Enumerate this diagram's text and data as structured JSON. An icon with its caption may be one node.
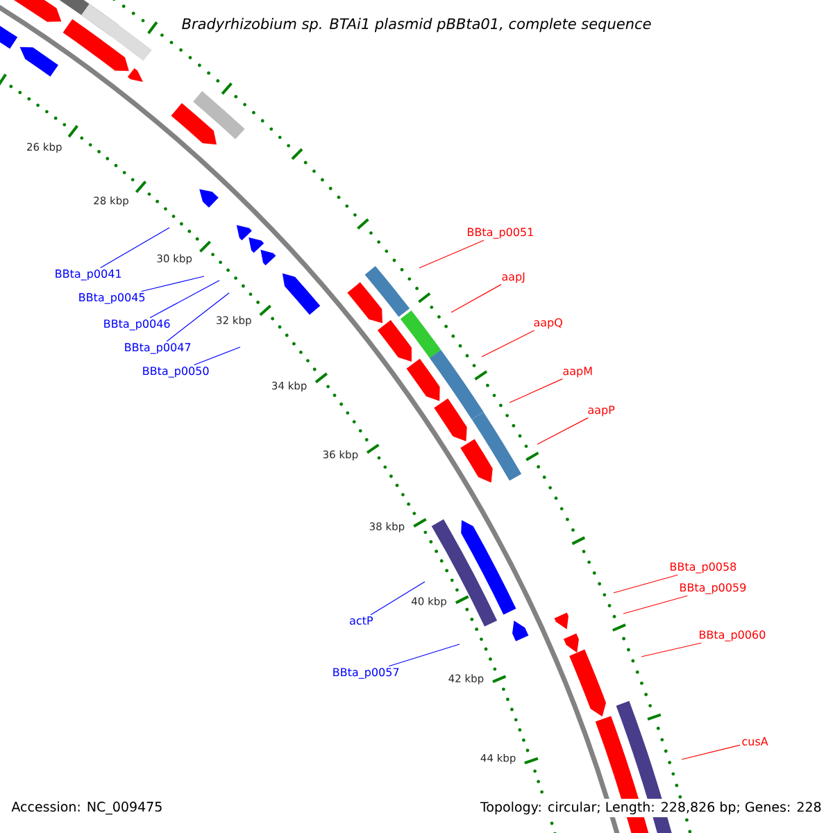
{
  "diagram": {
    "title": "Bradyrhizobium sp. BTAi1 plasmid pBBta01, complete sequence",
    "nodes": [
      {
        "text": [
          "BBta_p0051"
        ]
      },
      {
        "text": [
          "BBta_p0041"
        ]
      },
      {
        "text": [
          "aapJ"
        ]
      },
      {
        "text": [
          "BBta_p0045"
        ]
      },
      {
        "text": [
          "aapQ"
        ]
      },
      {
        "text": [
          "BBta_p0046"
        ]
      },
      {
        "text": [
          "BBta_p0047"
        ]
      },
      {
        "text": [
          "BBta_p0050"
        ]
      },
      {
        "text": [
          "aapM"
        ]
      },
      {
        "text": [
          "aapP"
        ]
      },
      {
        "text": [
          "BBta_p0058"
        ]
      },
      {
        "text": [
          "BBta_p0059"
        ]
      },
      {
        "text": [
          "actP"
        ]
      },
      {
        "text": [
          "BBta_p0060"
        ]
      },
      {
        "text": [
          "BBta_p0057"
        ]
      },
      {
        "text": [
          "cusA"
        ]
      }
    ],
    "edges": [
      {
        "from": 0,
        "to": null,
        "arrow": "none"
      },
      {
        "from": 1,
        "to": null,
        "arrow": "none",
        "color": "#0000ff"
      },
      {
        "from": 2,
        "to": null,
        "arrow": "none"
      },
      {
        "from": 3,
        "to": null,
        "arrow": "none",
        "color": "#0000ff"
      },
      {
        "from": 4,
        "to": null,
        "arrow": "none"
      },
      {
        "from": 5,
        "to": null,
        "arrow": "none",
        "color": "#0000ff"
      },
      {
        "from": 6,
        "to": null,
        "arrow": "none",
        "color": "#0000ff"
      },
      {
        "from": 7,
        "to": null,
        "arrow": "none",
        "color": "#0000ff"
      },
      {
        "from": 8,
        "to": null,
        "arrow": "none"
      },
      {
        "from": 9,
        "to": null,
        "arrow": "none"
      },
      {
        "from": 10,
        "to": null,
        "arrow": "none"
      },
      {
        "from": 11,
        "to": null,
        "arrow": "none"
      },
      {
        "from": 12,
        "to": null,
        "arrow": "none",
        "color": "#0000ff"
      },
      {
        "from": 13,
        "to": null,
        "arrow": "none"
      },
      {
        "from": 14,
        "to": null,
        "arrow": "none",
        "color": "#0000ff"
      },
      {
        "from": 15,
        "to": null,
        "arrow": "none"
      }
    ],
    "labels": [
      "26 kbp",
      "28 kbp",
      "30 kbp",
      "32 kbp",
      "34 kbp",
      "36 kbp",
      "38 kbp",
      "40 kbp",
      "42 kbp",
      "44 kbp",
      "Accession: NC_009475",
      "Topology: circular; Length: 228,826 bp; Genes: 228"
    ]
  }
}
